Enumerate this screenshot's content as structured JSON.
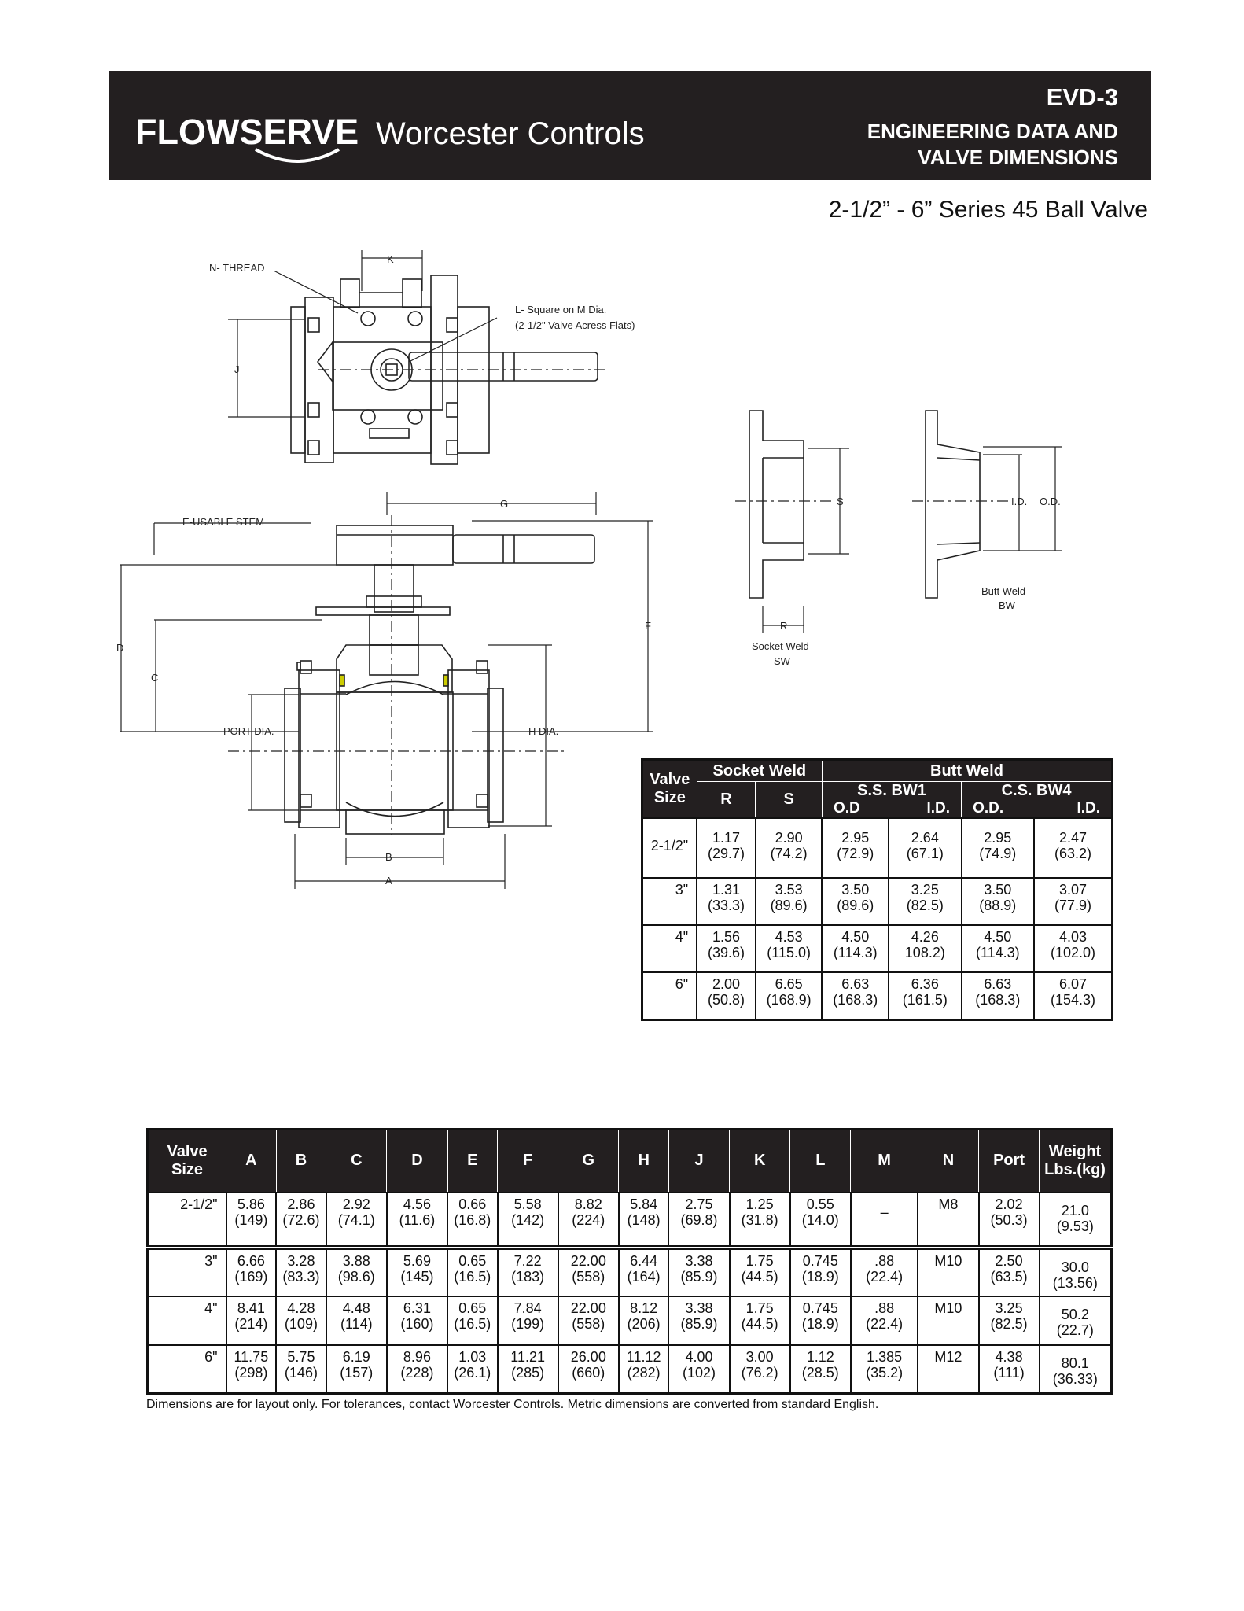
{
  "header": {
    "logo_text": "FLOWSERVE",
    "brand_sub": "Worcester Controls",
    "doc_code": "EVD-3",
    "doc_title_line1": "ENGINEERING DATA AND",
    "doc_title_line2": "VALVE DIMENSIONS"
  },
  "product_title": "2-1/2” - 6” Series 45 Ball Valve",
  "drawing_labels": {
    "n_thread": "N- THREAD",
    "k": "K",
    "l_square": "L- Square on M Dia.",
    "l_square_note": "(2-1/2\" Valve Acress Flats)",
    "j": "J",
    "e_usable_stem": "E-USABLE STEM",
    "g": "G",
    "d": "D",
    "c": "C",
    "f": "F",
    "port_dia": "PORT DIA.",
    "h_dia": "H DIA.",
    "b": "B",
    "a": "A",
    "s": "S",
    "r": "R",
    "id": "I.D.",
    "od": "O.D.",
    "socket_weld": "Socket Weld",
    "sw": "SW",
    "butt_weld": "Butt Weld",
    "bw": "BW"
  },
  "end_table": {
    "valve_size_label": "Valve",
    "valve_size_label2": "Size",
    "socket_weld": "Socket Weld",
    "butt_weld": "Butt Weld",
    "r": "R",
    "s": "S",
    "ss_bw1": "S.S. BW1",
    "cs_bw4": "C.S. BW4",
    "od": "O.D",
    "id": "I.D.",
    "od2": "O.D.",
    "id2": "I.D.",
    "rows": [
      {
        "size": "2-1/2\"",
        "r": "1.17",
        "r_m": "(29.7)",
        "s": "2.90",
        "s_m": "(74.2)",
        "ss_od": "2.95",
        "ss_od_m": "(72.9)",
        "ss_id": "2.64",
        "ss_id_m": "(67.1)",
        "cs_od": "2.95",
        "cs_od_m": "(74.9)",
        "cs_id": "2.47",
        "cs_id_m": "(63.2)"
      },
      {
        "size": "3\"",
        "r": "1.31",
        "r_m": "(33.3)",
        "s": "3.53",
        "s_m": "(89.6)",
        "ss_od": "3.50",
        "ss_od_m": "(89.6)",
        "ss_id": "3.25",
        "ss_id_m": "(82.5)",
        "cs_od": "3.50",
        "cs_od_m": "(88.9)",
        "cs_id": "3.07",
        "cs_id_m": "(77.9)"
      },
      {
        "size": "4\"",
        "r": "1.56",
        "r_m": "(39.6)",
        "s": "4.53",
        "s_m": "(115.0)",
        "ss_od": "4.50",
        "ss_od_m": "(114.3)",
        "ss_id": "4.26",
        "ss_id_m": "108.2)",
        "cs_od": "4.50",
        "cs_od_m": "(114.3)",
        "cs_id": "4.03",
        "cs_id_m": "(102.0)"
      },
      {
        "size": "6\"",
        "r": "2.00",
        "r_m": "(50.8)",
        "s": "6.65",
        "s_m": "(168.9)",
        "ss_od": "6.63",
        "ss_od_m": "(168.3)",
        "ss_id": "6.36",
        "ss_id_m": "(161.5)",
        "cs_od": "6.63",
        "cs_od_m": "(168.3)",
        "cs_id": "6.07",
        "cs_id_m": "(154.3)"
      }
    ]
  },
  "dim_table": {
    "headers": [
      "A",
      "B",
      "C",
      "D",
      "E",
      "F",
      "G",
      "H",
      "J",
      "K",
      "L",
      "M",
      "N"
    ],
    "valve_label1": "Valve",
    "valve_label2": "Size",
    "port_label": "Port",
    "weight_label1": "Weight",
    "weight_label2": "Lbs.(kg)",
    "rows": [
      {
        "size": "2-1/2\"",
        "cells": [
          [
            "5.86",
            "(149)"
          ],
          [
            "2.86",
            "(72.6)"
          ],
          [
            "2.92",
            "(74.1)"
          ],
          [
            "4.56",
            "(11.6)"
          ],
          [
            "0.66",
            "(16.8)"
          ],
          [
            "5.58",
            "(142)"
          ],
          [
            "8.82",
            "(224)"
          ],
          [
            "5.84",
            "(148)"
          ],
          [
            "2.75",
            "(69.8)"
          ],
          [
            "1.25",
            "(31.8)"
          ],
          [
            "0.55",
            "(14.0)"
          ],
          [
            "–",
            ""
          ],
          [
            "M8",
            ""
          ]
        ],
        "port": [
          "2.02",
          "(50.3)"
        ],
        "weight": [
          "21.0",
          "(9.53)"
        ]
      },
      {
        "size": "3\"",
        "cells": [
          [
            "6.66",
            "(169)"
          ],
          [
            "3.28",
            "(83.3)"
          ],
          [
            "3.88",
            "(98.6)"
          ],
          [
            "5.69",
            "(145)"
          ],
          [
            "0.65",
            "(16.5)"
          ],
          [
            "7.22",
            "(183)"
          ],
          [
            "22.00",
            "(558)"
          ],
          [
            "6.44",
            "(164)"
          ],
          [
            "3.38",
            "(85.9)"
          ],
          [
            "1.75",
            "(44.5)"
          ],
          [
            "0.745",
            "(18.9)"
          ],
          [
            ".88",
            "(22.4)"
          ],
          [
            "M10",
            ""
          ]
        ],
        "port": [
          "2.50",
          "(63.5)"
        ],
        "weight": [
          "30.0",
          "(13.56)"
        ]
      },
      {
        "size": "4\"",
        "cells": [
          [
            "8.41",
            "(214)"
          ],
          [
            "4.28",
            "(109)"
          ],
          [
            "4.48",
            "(114)"
          ],
          [
            "6.31",
            "(160)"
          ],
          [
            "0.65",
            "(16.5)"
          ],
          [
            "7.84",
            "(199)"
          ],
          [
            "22.00",
            "(558)"
          ],
          [
            "8.12",
            "(206)"
          ],
          [
            "3.38",
            "(85.9)"
          ],
          [
            "1.75",
            "(44.5)"
          ],
          [
            "0.745",
            "(18.9)"
          ],
          [
            ".88",
            "(22.4)"
          ],
          [
            "M10",
            ""
          ]
        ],
        "port": [
          "3.25",
          "(82.5)"
        ],
        "weight": [
          "50.2",
          "(22.7)"
        ]
      },
      {
        "size": "6\"",
        "cells": [
          [
            "11.75",
            "(298)"
          ],
          [
            "5.75",
            "(146)"
          ],
          [
            "6.19",
            "(157)"
          ],
          [
            "8.96",
            "(228)"
          ],
          [
            "1.03",
            "(26.1)"
          ],
          [
            "11.21",
            "(285)"
          ],
          [
            "26.00",
            "(660)"
          ],
          [
            "11.12",
            "(282)"
          ],
          [
            "4.00",
            "(102)"
          ],
          [
            "3.00",
            "(76.2)"
          ],
          [
            "1.12",
            "(28.5)"
          ],
          [
            "1.385",
            "(35.2)"
          ],
          [
            "M12",
            ""
          ]
        ],
        "port": [
          "4.38",
          "(111)"
        ],
        "weight": [
          "80.1",
          "(36.33)"
        ]
      }
    ]
  },
  "footnote": "Dimensions are for layout only. For tolerances, contact Worcester Controls. Metric dimensions are converted from standard English."
}
